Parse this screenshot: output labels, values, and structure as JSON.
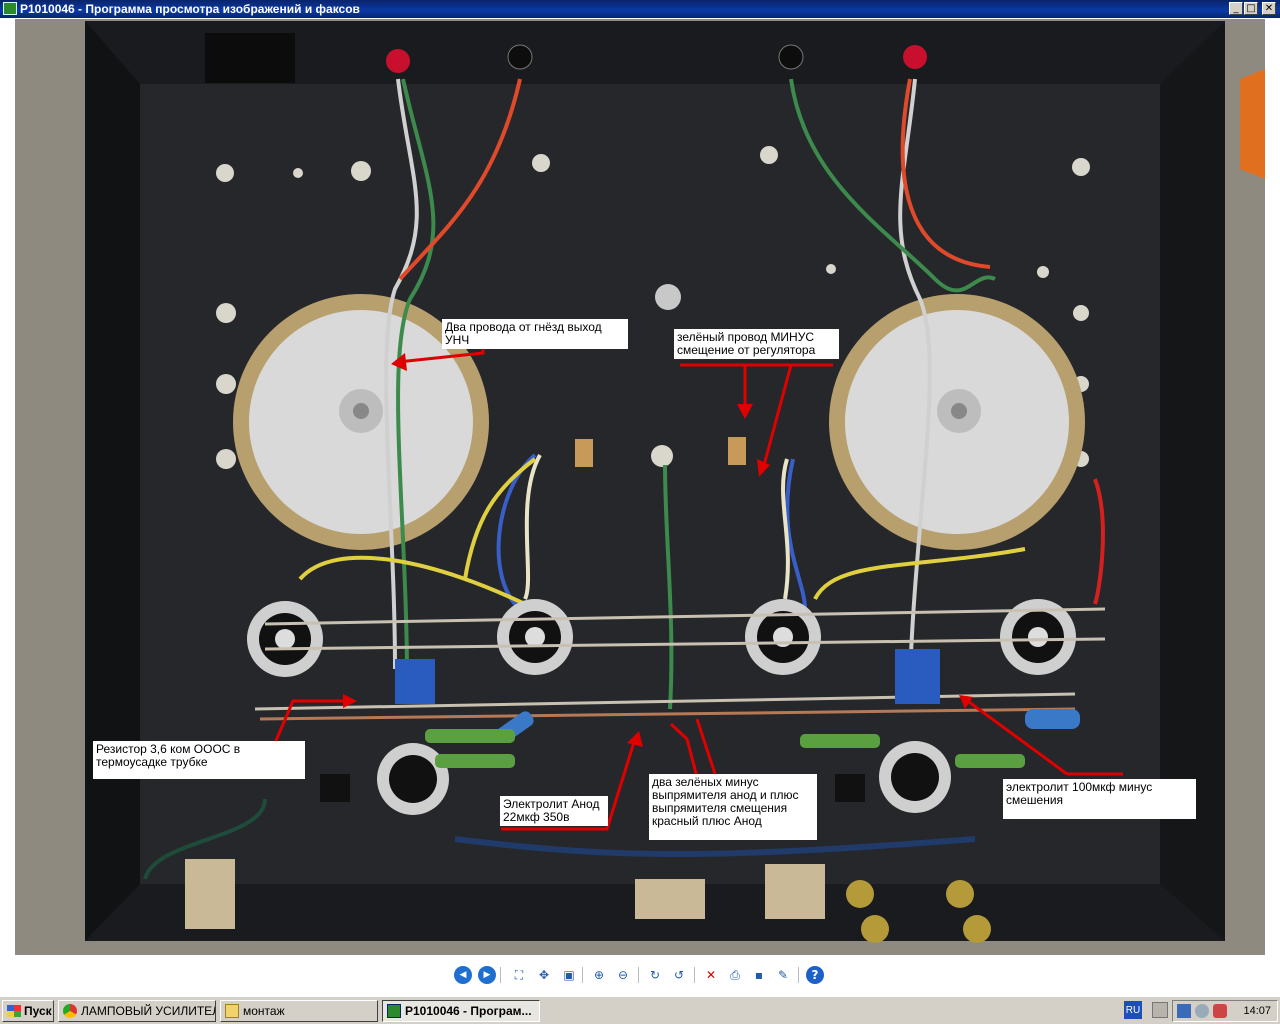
{
  "window": {
    "title": "P1010046 - Программа просмотра изображений и факсов",
    "buttons": {
      "minimize": "_",
      "maximize": "□",
      "close": "✕"
    }
  },
  "annotations": [
    {
      "id": "two-wires",
      "text": "Два провода  от гнёзд выход\nУНЧ"
    },
    {
      "id": "green-wire",
      "text": "зелёный  провод  МИНУС\nсмещение от  регулятора"
    },
    {
      "id": "resistor",
      "text": " Резистор  3,6 ком  ОООС в\nтермоусадке  трубке"
    },
    {
      "id": "electrolyte-anode",
      "text": "Электролит Анод\n22мкф 350в"
    },
    {
      "id": "two-greens",
      "text": " два зелёных минус\nвыпрямителя анод и плюс\nвыпрямителя смещения\nкрасный плюс Анод"
    },
    {
      "id": "electrolyte-100",
      "text": "электролит 100мкф минус\nсмешения"
    }
  ],
  "toolbar": [
    {
      "name": "previous-image-button",
      "glyph": "◀"
    },
    {
      "name": "next-image-button",
      "glyph": "▶"
    },
    {
      "name": "best-fit-button",
      "glyph": "⛶"
    },
    {
      "name": "actual-size-button",
      "glyph": "✥"
    },
    {
      "name": "slideshow-button",
      "glyph": "▣"
    },
    {
      "name": "zoom-in-button",
      "glyph": "⊕"
    },
    {
      "name": "zoom-out-button",
      "glyph": "⊖"
    },
    {
      "name": "rotate-clockwise-button",
      "glyph": "↻"
    },
    {
      "name": "rotate-counterclockwise-button",
      "glyph": "↺"
    },
    {
      "name": "delete-button",
      "glyph": "✕"
    },
    {
      "name": "print-button",
      "glyph": "⎙"
    },
    {
      "name": "save-button",
      "glyph": "▪"
    },
    {
      "name": "edit-button",
      "glyph": "✎"
    },
    {
      "name": "help-button",
      "glyph": "?"
    }
  ],
  "taskbar": {
    "start_label": "Пуск",
    "items": [
      {
        "label": "ЛАМПОВЫЙ УСИЛИТЕЛ...",
        "icon": "chrome-icon",
        "active": false
      },
      {
        "label": "монтаж",
        "icon": "folder-icon",
        "active": false
      },
      {
        "label": "P1010046 - Програм...",
        "icon": "image-viewer-icon",
        "active": true
      }
    ],
    "language": "RU",
    "clock": "14:07"
  },
  "colors": {
    "titlebar": "#0a246a",
    "annotation_arrow": "#e00000",
    "chassis": "#2a2c2f",
    "taskbar": "#d4d0c8"
  }
}
